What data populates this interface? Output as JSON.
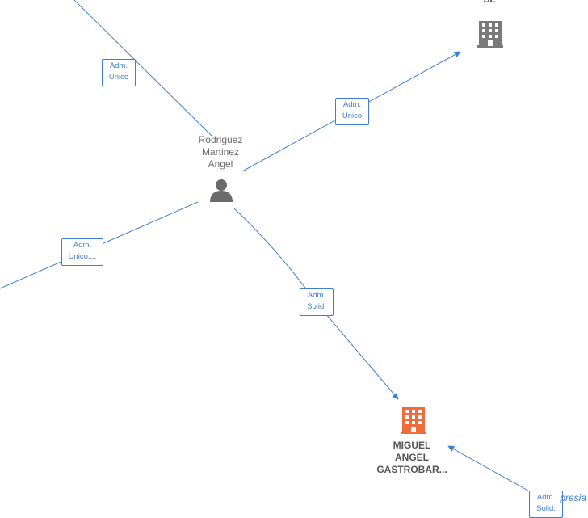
{
  "colors": {
    "edge": "#3d7fd6",
    "company_grey": "#7a7a7a",
    "company_highlight": "#f26b3a",
    "person": "#6b6b6b"
  },
  "nodes": {
    "top_company": {
      "line1": "",
      "line2": "SL",
      "icon": "building-icon"
    },
    "person": {
      "line1": "Rodriguez",
      "line2": "Martinez",
      "line3": "Angel",
      "icon": "person-icon"
    },
    "main_company": {
      "line1": "MIGUEL",
      "line2": "ANGEL",
      "line3": "GASTROBAR...",
      "icon": "building-icon"
    }
  },
  "edges": {
    "e1": {
      "line1": "Adm.",
      "line2": "Unico"
    },
    "e2": {
      "line1": "Adm.",
      "line2": "Unico"
    },
    "e3": {
      "line1": "Adm.",
      "line2": "Unico,..."
    },
    "e4": {
      "line1": "Adm.",
      "line2": "Solid."
    },
    "e5": {
      "line1": "Adm.",
      "line2": "Solid."
    }
  },
  "watermark": "presia"
}
